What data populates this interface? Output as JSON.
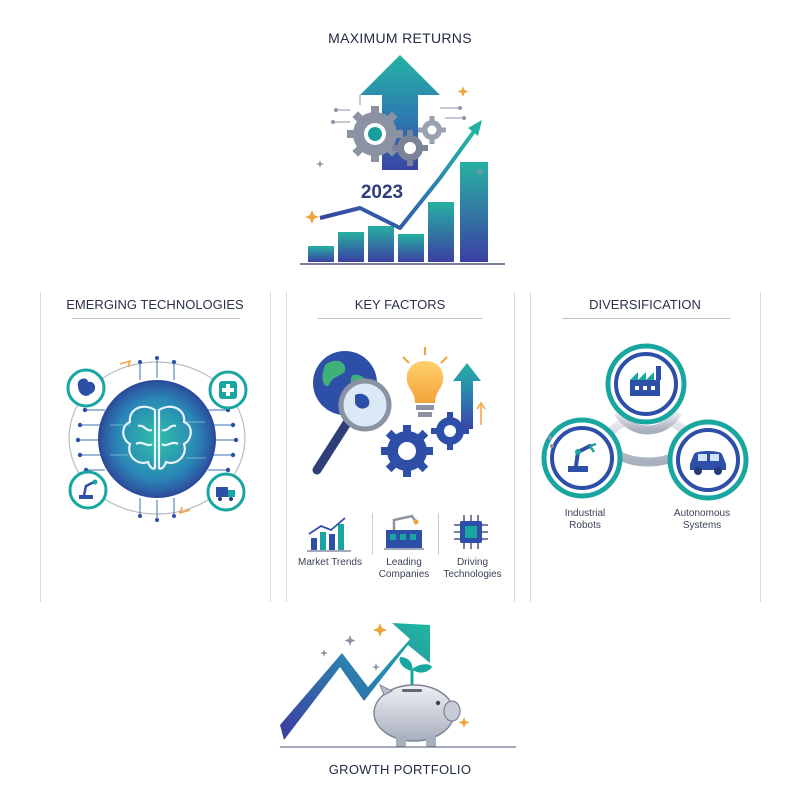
{
  "top": {
    "title": "MAXIMUM RETURNS",
    "year": "2023",
    "icons": [
      "upward-arrow-icon",
      "gear-icon",
      "trend-line-icon",
      "bar-chart-icon"
    ]
  },
  "panels": {
    "emerging": {
      "title": "EMERGING TECHNOLOGIES",
      "icons": [
        "brain-chip-icon",
        "ai-brain-icon",
        "medical-cross-icon",
        "robot-arm-icon",
        "delivery-truck-icon"
      ]
    },
    "factors": {
      "title": "KEY FACTORS",
      "items": [
        {
          "label_line1": "Market Trends",
          "label_line2": "",
          "icon": "trend-chart-icon"
        },
        {
          "label_line1": "Leading",
          "label_line2": "Companies",
          "icon": "factory-robot-icon"
        },
        {
          "label_line1": "Driving",
          "label_line2": "Technologies",
          "icon": "microchip-icon"
        }
      ],
      "icons": [
        "globe-icon",
        "magnifier-icon",
        "lightbulb-icon",
        "gear-icon",
        "up-arrow-icon"
      ]
    },
    "diversification": {
      "title": "DIVERSIFICATION",
      "labels": {
        "left_line1": "Industrial",
        "left_line2": "Robots",
        "right_line1": "Autonomous",
        "right_line2": "Systems"
      },
      "icons": [
        "factory-icon",
        "robot-arm-icon",
        "car-icon",
        "chain-link-icon"
      ]
    }
  },
  "bottom": {
    "title": "GROWTH PORTFOLIO",
    "icons": [
      "growth-arrow-icon",
      "piggy-bank-icon",
      "sprout-icon"
    ]
  },
  "colors": {
    "teal": "#1aa6a0",
    "blue": "#2e4fa8",
    "navy": "#243a7a",
    "purple": "#5b3fa8",
    "orange": "#f2a33a"
  }
}
